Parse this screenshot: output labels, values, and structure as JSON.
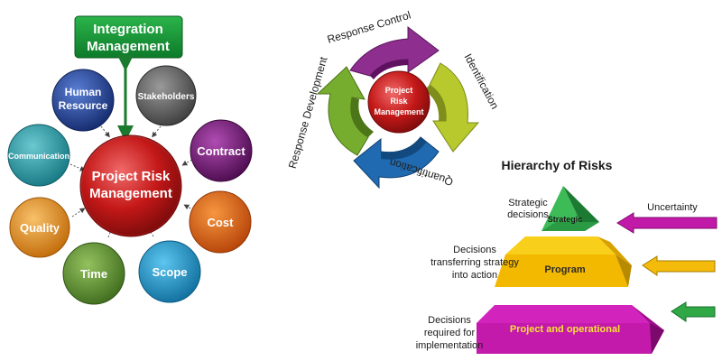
{
  "left_diagram": {
    "top_box": {
      "line1": "Integration",
      "line2": "Management"
    },
    "center": {
      "line1": "Project Risk",
      "line2": "Management"
    },
    "nodes": {
      "human_resource": {
        "line1": "Human",
        "line2": "Resource",
        "color": "#1e3d8f"
      },
      "stakeholders": {
        "label": "Stakeholders",
        "color": "#555555"
      },
      "contract": {
        "label": "Contract",
        "color": "#6d1470"
      },
      "cost": {
        "label": "Cost",
        "color": "#d95a0d"
      },
      "scope": {
        "label": "Scope",
        "color": "#1b8ec5"
      },
      "time": {
        "label": "Time",
        "color": "#5a8f2b"
      },
      "quality": {
        "label": "Quality",
        "color": "#e58a18"
      },
      "communication": {
        "label": "Communication",
        "color": "#2a9aa6"
      }
    }
  },
  "cycle_diagram": {
    "center": {
      "line1": "Project",
      "line2": "Risk",
      "line3": "Management"
    },
    "labels": {
      "top": "Response Control",
      "right": "Identification",
      "bottom": "Quantification",
      "left": "Response Development"
    }
  },
  "hierarchy": {
    "title": "Hierarchy of Risks",
    "levels": {
      "top": "Strategic",
      "middle": "Program",
      "bottom": "Project and operational"
    },
    "notes": {
      "strategic": {
        "line1": "Strategic",
        "line2": "decisions"
      },
      "program": {
        "line1": "Decisions",
        "line2": "transferring strategy",
        "line3": "into action"
      },
      "project": {
        "line1": "Decisions",
        "line2": "required for",
        "line3": "implementation"
      }
    },
    "uncertainty": "Uncertainty"
  }
}
